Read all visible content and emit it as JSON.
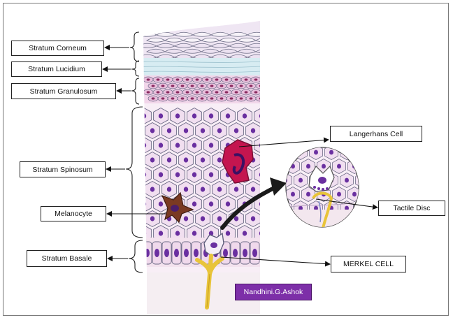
{
  "labels": {
    "corneum": "Stratum Corneum",
    "lucidium": "Stratum Lucidium",
    "granulosum": "Stratum Granulosum",
    "spinosum": "Stratum Spinosum",
    "melanocyte": "Melanocyte",
    "basale": "Stratum Basale",
    "langerhans": "Langerhans Cell",
    "tactile": "Tactile Disc",
    "merkel": "MERKEL CELL"
  },
  "signature": "Nandhini.G.Ashok",
  "colors": {
    "cell_fill": "#f1dff0",
    "cell_outline": "#6c6a86",
    "nucleus": "#6a2fa0",
    "granular_nucleus": "#8a2a60",
    "langerhans": "#c4154f",
    "melanocyte": "#7a3a22",
    "nerve": "#e8c43a",
    "lucidum": "#d7ecf2",
    "signature_bg": "#7d2fa8"
  }
}
